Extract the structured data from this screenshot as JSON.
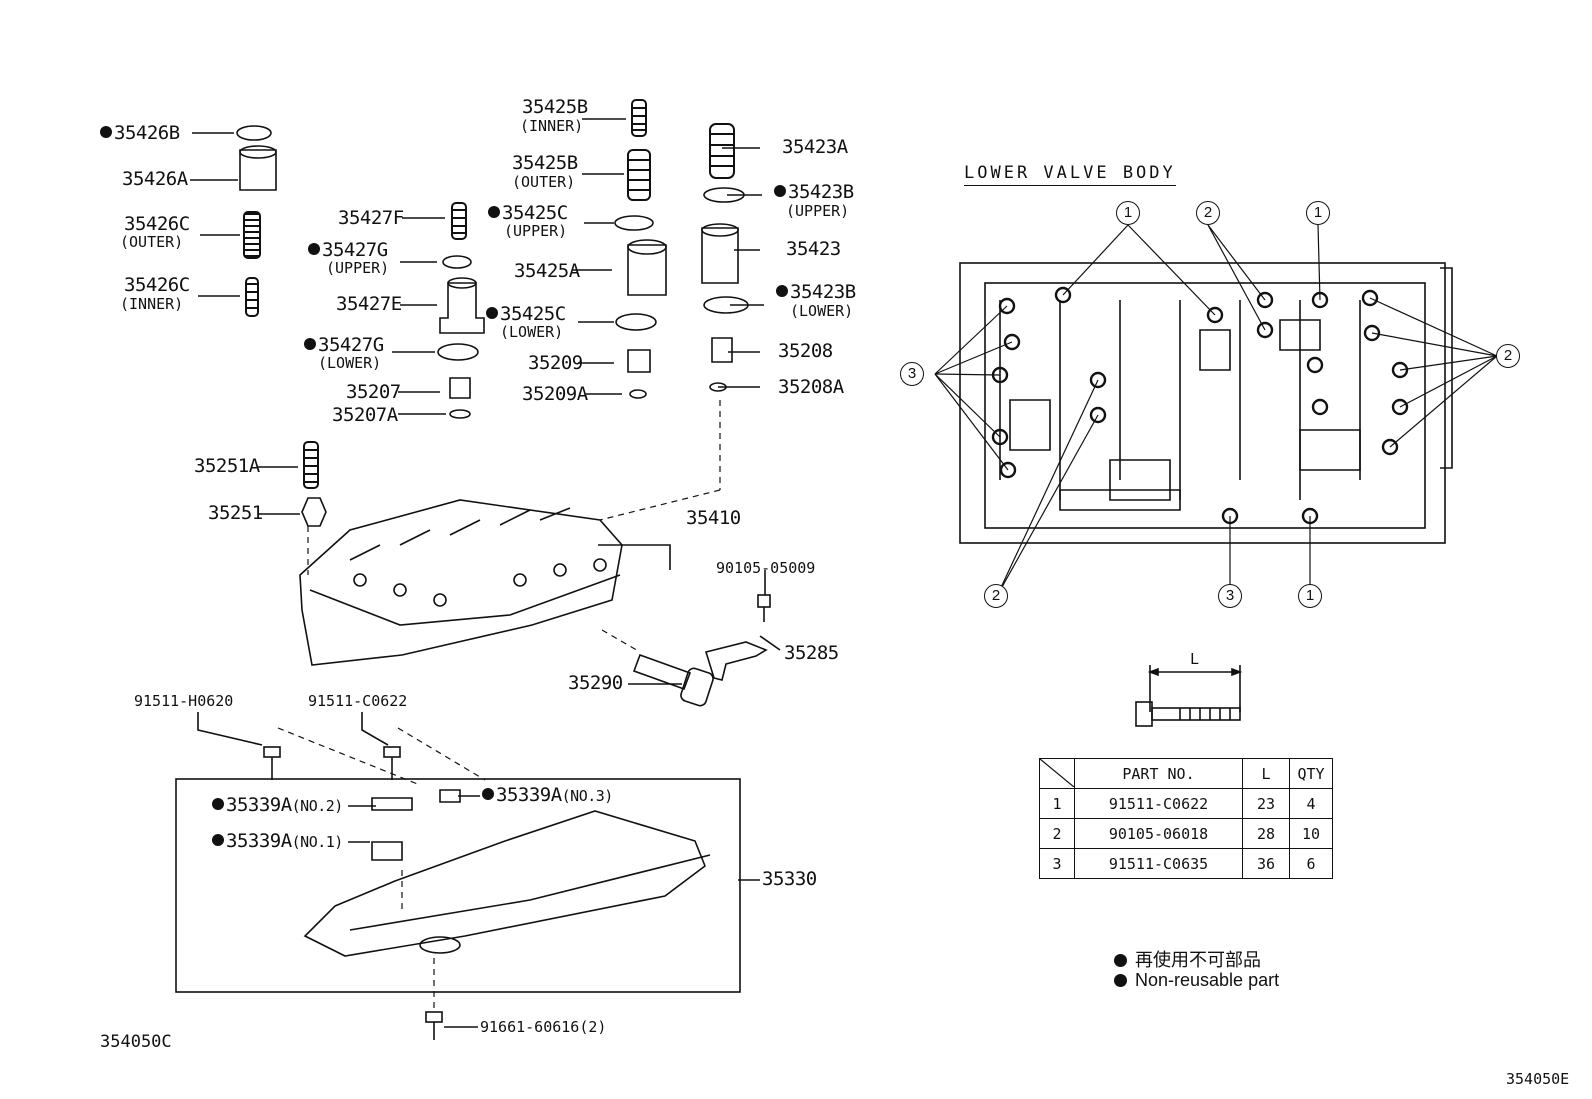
{
  "section_title": "LOWER VALVE BODY",
  "parts": {
    "p35426B": "35426B",
    "p35426A": "35426A",
    "p35426C_outer": "35426C",
    "outer_a": "(OUTER)",
    "p35426C_inner": "35426C",
    "inner_a": "(INNER)",
    "p35427F": "35427F",
    "p35427G_upper": "35427G",
    "upper_a": "(UPPER)",
    "p35427E": "35427E",
    "p35427G_lower": "35427G",
    "lower_a": "(LOWER)",
    "p35207": "35207",
    "p35207A": "35207A",
    "p35425B_inner": "35425B",
    "inner_b": "(INNER)",
    "p35425B_outer": "35425B",
    "outer_b": "(OUTER)",
    "p35425C_upper": "35425C",
    "upper_b": "(UPPER)",
    "p35425A": "35425A",
    "p35425C_lower": "35425C",
    "lower_b": "(LOWER)",
    "p35209": "35209",
    "p35209A": "35209A",
    "p35423A": "35423A",
    "p35423B_upper": "35423B",
    "upper_c": "(UPPER)",
    "p35423": "35423",
    "p35423B_lower": "35423B",
    "lower_c": "(LOWER)",
    "p35208": "35208",
    "p35208A": "35208A",
    "p35251A": "35251A",
    "p35251": "35251",
    "p35410": "35410",
    "p90105": "90105-05009",
    "p35285": "35285",
    "p35290": "35290",
    "p91511H": "91511-H0620",
    "p91511C": "91511-C0622",
    "p35339A_no2": "35339A",
    "no2": "(NO.2)",
    "p35339A_no3": "35339A",
    "no3": "(NO.3)",
    "p35339A_no1": "35339A",
    "no1": "(NO.1)",
    "p35330": "35330",
    "p91661": "91661-60616(2)"
  },
  "callouts": {
    "c1a": "1",
    "c2a": "2",
    "c1b": "1",
    "c3a": "3",
    "c2b": "2",
    "c2c": "2",
    "c3b": "3",
    "c1c": "1"
  },
  "dimension_label": "L",
  "table": {
    "headers": [
      "",
      "PART NO.",
      "L",
      "QTY"
    ],
    "rows": [
      [
        "1",
        "91511-C0622",
        "23",
        "4"
      ],
      [
        "2",
        "90105-06018",
        "28",
        "10"
      ],
      [
        "3",
        "91511-C0635",
        "36",
        "6"
      ]
    ]
  },
  "legend": {
    "japanese": "再使用不可部品",
    "english": "Non-reusable part"
  },
  "codes": {
    "left": "354050C",
    "right": "354050E"
  }
}
